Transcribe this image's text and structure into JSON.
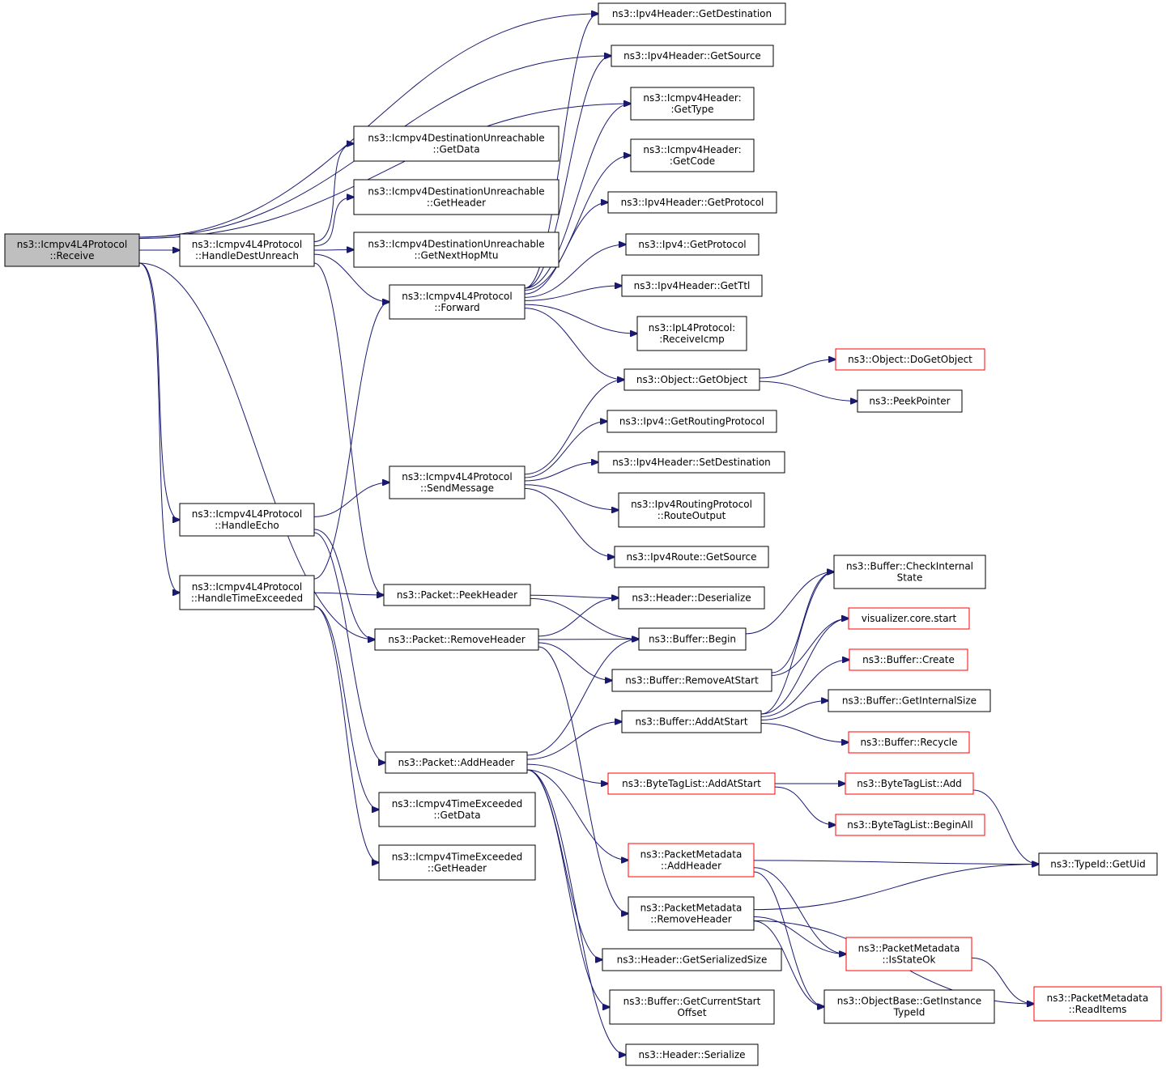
{
  "diagram": {
    "colors": {
      "edge": "#191970",
      "border": "#000000",
      "highlight_border": "#ff0000",
      "root_fill": "#bfbfbf"
    },
    "nodes": [
      {
        "id": "receive",
        "lines": [
          "ns3::Icmpv4L4Protocol",
          "::Receive"
        ],
        "style": "root"
      },
      {
        "id": "handledest",
        "lines": [
          "ns3::Icmpv4L4Protocol",
          "::HandleDestUnreach"
        ]
      },
      {
        "id": "handleecho",
        "lines": [
          "ns3::Icmpv4L4Protocol",
          "::HandleEcho"
        ]
      },
      {
        "id": "handletime",
        "lines": [
          "ns3::Icmpv4L4Protocol",
          "::HandleTimeExceeded"
        ]
      },
      {
        "id": "du_getdata",
        "lines": [
          "ns3::Icmpv4DestinationUnreachable",
          "::GetData"
        ]
      },
      {
        "id": "du_getheader",
        "lines": [
          "ns3::Icmpv4DestinationUnreachable",
          "::GetHeader"
        ]
      },
      {
        "id": "du_getnexthop",
        "lines": [
          "ns3::Icmpv4DestinationUnreachable",
          "::GetNextHopMtu"
        ]
      },
      {
        "id": "forward",
        "lines": [
          "ns3::Icmpv4L4Protocol",
          "::Forward"
        ]
      },
      {
        "id": "sendmessage",
        "lines": [
          "ns3::Icmpv4L4Protocol",
          "::SendMessage"
        ]
      },
      {
        "id": "peekheader",
        "lines": [
          "ns3::Packet::PeekHeader"
        ]
      },
      {
        "id": "removeheader",
        "lines": [
          "ns3::Packet::RemoveHeader"
        ]
      },
      {
        "id": "addheader",
        "lines": [
          "ns3::Packet::AddHeader"
        ]
      },
      {
        "id": "te_getdata",
        "lines": [
          "ns3::Icmpv4TimeExceeded",
          "::GetData"
        ]
      },
      {
        "id": "te_getheader",
        "lines": [
          "ns3::Icmpv4TimeExceeded",
          "::GetHeader"
        ]
      },
      {
        "id": "ipv4_getdest",
        "lines": [
          "ns3::Ipv4Header::GetDestination"
        ]
      },
      {
        "id": "ipv4_getsource",
        "lines": [
          "ns3::Ipv4Header::GetSource"
        ]
      },
      {
        "id": "icmp_gettype",
        "lines": [
          "ns3::Icmpv4Header:",
          ":GetType"
        ]
      },
      {
        "id": "icmp_getcode",
        "lines": [
          "ns3::Icmpv4Header:",
          ":GetCode"
        ]
      },
      {
        "id": "ipv4h_getproto",
        "lines": [
          "ns3::Ipv4Header::GetProtocol"
        ]
      },
      {
        "id": "ipv4_getproto",
        "lines": [
          "ns3::Ipv4::GetProtocol"
        ]
      },
      {
        "id": "ipv4h_getttl",
        "lines": [
          "ns3::Ipv4Header::GetTtl"
        ]
      },
      {
        "id": "ipl4_recvicmp",
        "lines": [
          "ns3::IpL4Protocol:",
          ":ReceiveIcmp"
        ]
      },
      {
        "id": "obj_getobject",
        "lines": [
          "ns3::Object::GetObject"
        ]
      },
      {
        "id": "ipv4_getrouting",
        "lines": [
          "ns3::Ipv4::GetRoutingProtocol"
        ]
      },
      {
        "id": "ipv4h_setdest",
        "lines": [
          "ns3::Ipv4Header::SetDestination"
        ]
      },
      {
        "id": "routeoutput",
        "lines": [
          "ns3::Ipv4RoutingProtocol",
          "::RouteOutput"
        ]
      },
      {
        "id": "route_getsource",
        "lines": [
          "ns3::Ipv4Route::GetSource"
        ]
      },
      {
        "id": "hdr_deserialize",
        "lines": [
          "ns3::Header::Deserialize"
        ]
      },
      {
        "id": "buf_begin",
        "lines": [
          "ns3::Buffer::Begin"
        ]
      },
      {
        "id": "buf_removeatstart",
        "lines": [
          "ns3::Buffer::RemoveAtStart"
        ]
      },
      {
        "id": "buf_addatstart",
        "lines": [
          "ns3::Buffer::AddAtStart"
        ]
      },
      {
        "id": "btl_addatstart",
        "lines": [
          "ns3::ByteTagList::AddAtStart"
        ],
        "style": "red"
      },
      {
        "id": "pm_addheader",
        "lines": [
          "ns3::PacketMetadata",
          "::AddHeader"
        ],
        "style": "red"
      },
      {
        "id": "pm_removeheader",
        "lines": [
          "ns3::PacketMetadata",
          "::RemoveHeader"
        ]
      },
      {
        "id": "hdr_getsersize",
        "lines": [
          "ns3::Header::GetSerializedSize"
        ]
      },
      {
        "id": "buf_getcurstart",
        "lines": [
          "ns3::Buffer::GetCurrentStart",
          "Offset"
        ]
      },
      {
        "id": "hdr_serialize",
        "lines": [
          "ns3::Header::Serialize"
        ]
      },
      {
        "id": "obj_dogetobject",
        "lines": [
          "ns3::Object::DoGetObject"
        ],
        "style": "red"
      },
      {
        "id": "peekpointer",
        "lines": [
          "ns3::PeekPointer"
        ]
      },
      {
        "id": "buf_checkinternal",
        "lines": [
          "ns3::Buffer::CheckInternal",
          "State"
        ]
      },
      {
        "id": "vis_start",
        "lines": [
          "visualizer.core.start"
        ],
        "style": "red"
      },
      {
        "id": "buf_create",
        "lines": [
          "ns3::Buffer::Create"
        ],
        "style": "red"
      },
      {
        "id": "buf_getinternalsize",
        "lines": [
          "ns3::Buffer::GetInternalSize"
        ]
      },
      {
        "id": "buf_recycle",
        "lines": [
          "ns3::Buffer::Recycle"
        ],
        "style": "red"
      },
      {
        "id": "btl_add",
        "lines": [
          "ns3::ByteTagList::Add"
        ],
        "style": "red"
      },
      {
        "id": "btl_beginall",
        "lines": [
          "ns3::ByteTagList::BeginAll"
        ],
        "style": "red"
      },
      {
        "id": "typeid_getuid",
        "lines": [
          "ns3::TypeId::GetUid"
        ]
      },
      {
        "id": "pm_isstateok",
        "lines": [
          "ns3::PacketMetadata",
          "::IsStateOk"
        ],
        "style": "red"
      },
      {
        "id": "objbase_getinstance",
        "lines": [
          "ns3::ObjectBase::GetInstance",
          "TypeId"
        ]
      },
      {
        "id": "pm_readitems",
        "lines": [
          "ns3::PacketMetadata",
          "::ReadItems"
        ],
        "style": "red"
      }
    ],
    "edges": [
      [
        "receive",
        "ipv4_getdest"
      ],
      [
        "receive",
        "ipv4_getsource"
      ],
      [
        "receive",
        "icmp_gettype"
      ],
      [
        "receive",
        "handledest"
      ],
      [
        "receive",
        "handleecho"
      ],
      [
        "receive",
        "handletime"
      ],
      [
        "receive",
        "removeheader"
      ],
      [
        "handledest",
        "du_getdata"
      ],
      [
        "handledest",
        "du_getheader"
      ],
      [
        "handledest",
        "du_getnexthop"
      ],
      [
        "handledest",
        "forward"
      ],
      [
        "handledest",
        "peekheader"
      ],
      [
        "handleecho",
        "sendmessage"
      ],
      [
        "handleecho",
        "removeheader"
      ],
      [
        "handleecho",
        "addheader"
      ],
      [
        "handletime",
        "forward"
      ],
      [
        "handletime",
        "peekheader"
      ],
      [
        "handletime",
        "te_getdata"
      ],
      [
        "handletime",
        "te_getheader"
      ],
      [
        "forward",
        "ipv4_getdest"
      ],
      [
        "forward",
        "ipv4_getsource"
      ],
      [
        "forward",
        "icmp_gettype"
      ],
      [
        "forward",
        "icmp_getcode"
      ],
      [
        "forward",
        "ipv4h_getproto"
      ],
      [
        "forward",
        "ipv4_getproto"
      ],
      [
        "forward",
        "ipv4h_getttl"
      ],
      [
        "forward",
        "ipl4_recvicmp"
      ],
      [
        "forward",
        "obj_getobject"
      ],
      [
        "sendmessage",
        "obj_getobject"
      ],
      [
        "sendmessage",
        "ipv4_getrouting"
      ],
      [
        "sendmessage",
        "ipv4h_setdest"
      ],
      [
        "sendmessage",
        "routeoutput"
      ],
      [
        "sendmessage",
        "route_getsource"
      ],
      [
        "obj_getobject",
        "obj_dogetobject"
      ],
      [
        "obj_getobject",
        "peekpointer"
      ],
      [
        "peekheader",
        "hdr_deserialize"
      ],
      [
        "peekheader",
        "buf_begin"
      ],
      [
        "removeheader",
        "hdr_deserialize"
      ],
      [
        "removeheader",
        "buf_begin"
      ],
      [
        "removeheader",
        "buf_removeatstart"
      ],
      [
        "removeheader",
        "pm_removeheader"
      ],
      [
        "addheader",
        "buf_begin"
      ],
      [
        "addheader",
        "buf_addatstart"
      ],
      [
        "addheader",
        "btl_addatstart"
      ],
      [
        "addheader",
        "pm_addheader"
      ],
      [
        "addheader",
        "hdr_getsersize"
      ],
      [
        "addheader",
        "buf_getcurstart"
      ],
      [
        "addheader",
        "hdr_serialize"
      ],
      [
        "buf_begin",
        "buf_checkinternal"
      ],
      [
        "buf_removeatstart",
        "buf_checkinternal"
      ],
      [
        "buf_removeatstart",
        "vis_start"
      ],
      [
        "buf_addatstart",
        "buf_checkinternal"
      ],
      [
        "buf_addatstart",
        "vis_start"
      ],
      [
        "buf_addatstart",
        "buf_create"
      ],
      [
        "buf_addatstart",
        "buf_getinternalsize"
      ],
      [
        "buf_addatstart",
        "buf_recycle"
      ],
      [
        "btl_addatstart",
        "btl_add"
      ],
      [
        "btl_addatstart",
        "btl_beginall"
      ],
      [
        "btl_add",
        "typeid_getuid"
      ],
      [
        "pm_addheader",
        "typeid_getuid"
      ],
      [
        "pm_addheader",
        "pm_isstateok"
      ],
      [
        "pm_addheader",
        "objbase_getinstance"
      ],
      [
        "pm_removeheader",
        "typeid_getuid"
      ],
      [
        "pm_removeheader",
        "pm_isstateok"
      ],
      [
        "pm_removeheader",
        "objbase_getinstance"
      ],
      [
        "pm_removeheader",
        "pm_readitems"
      ],
      [
        "pm_isstateok",
        "pm_readitems"
      ]
    ]
  }
}
